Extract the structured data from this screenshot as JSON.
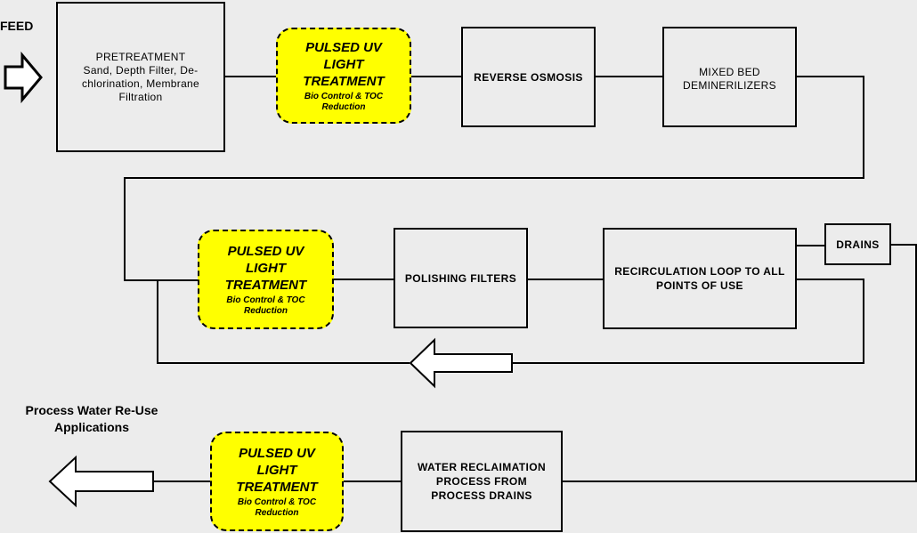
{
  "labels": {
    "feed": "FEED",
    "process_water": "Process Water Re-Use Applications"
  },
  "boxes": {
    "pretreatment": {
      "title": "PRETREATMENT",
      "detail": "Sand, Depth Filter, De-chlorination, Membrane Filtration"
    },
    "uv1": {
      "title": "PULSED UV LIGHT TREATMENT",
      "detail": "Bio Control & TOC Reduction"
    },
    "reverse_osmosis": {
      "title": "REVERSE OSMOSIS"
    },
    "mixed_bed": {
      "title": "MIXED BED DEMINERILIZERS"
    },
    "uv2": {
      "title": "PULSED UV LIGHT TREATMENT",
      "detail": "Bio Control & TOC Reduction"
    },
    "polishing": {
      "title": "POLISHING FILTERS"
    },
    "recirculation": {
      "title": "RECIRCULATION LOOP TO ALL POINTS OF USE"
    },
    "drains": {
      "title": "DRAINS"
    },
    "reclamation": {
      "title": "WATER RECLAIMATION PROCESS FROM PROCESS DRAINS"
    },
    "uv3": {
      "title": "PULSED UV LIGHT TREATMENT",
      "detail": "Bio Control & TOC Reduction"
    }
  },
  "colors": {
    "uv_fill": "#ffff00",
    "background": "#ececec",
    "line": "#000000"
  }
}
